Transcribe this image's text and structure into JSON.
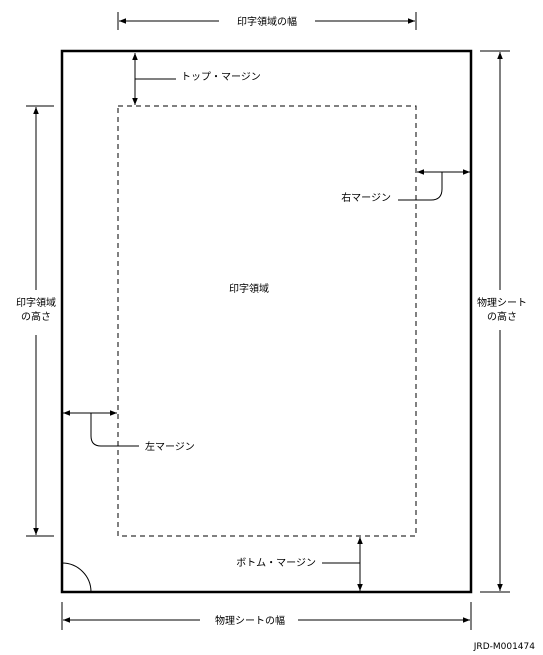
{
  "labels": {
    "print_area_width": "印字領域の幅",
    "top_margin": "トップ・マージン",
    "right_margin": "右マージン",
    "print_area": "印字領域",
    "print_area_height_line1": "印字領域",
    "print_area_height_line2": "の高さ",
    "physical_sheet_height_line1": "物理シート",
    "physical_sheet_height_line2": "の高さ",
    "left_margin": "左マージン",
    "bottom_margin": "ボトム・マージン",
    "physical_sheet_width": "物理シートの幅",
    "figure_id": "JRD-M001474"
  }
}
